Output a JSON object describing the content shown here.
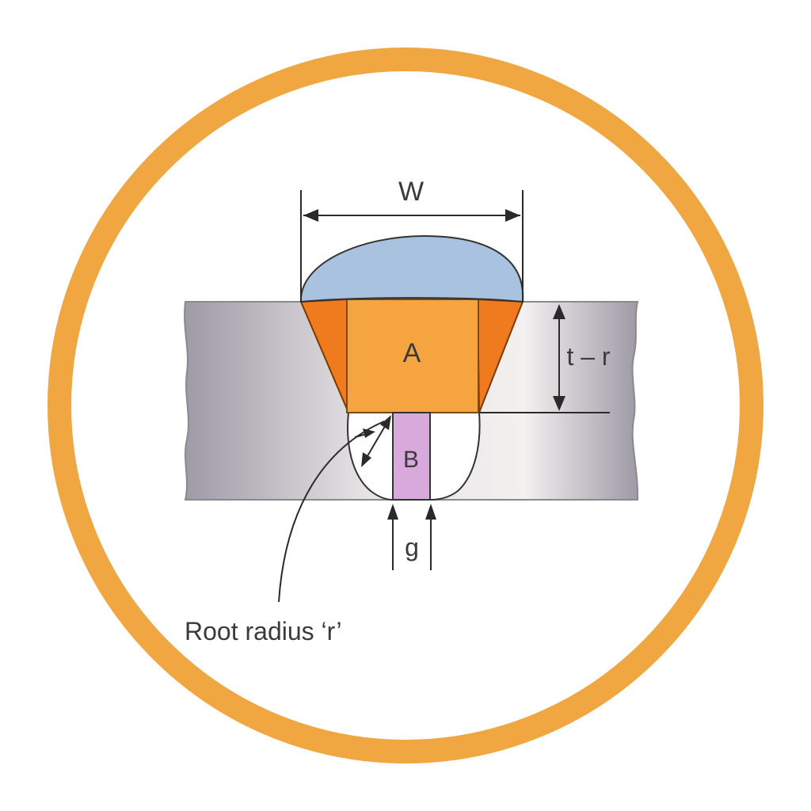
{
  "diagram": {
    "labels": {
      "width": "W",
      "area_a": "A",
      "area_b": "B",
      "depth": "t – r",
      "gap": "g",
      "root_radius": "Root radius ‘r’"
    },
    "colors": {
      "frame_ring": "#F0A742",
      "plate_light": "#F0EEEE",
      "plate_dark": "#9E9AA6",
      "cap": "#A9C2E0",
      "area_a": "#F5A440",
      "bevel": "#F07A1E",
      "area_b": "#D8AADB",
      "line": "#2a2a2a"
    }
  }
}
